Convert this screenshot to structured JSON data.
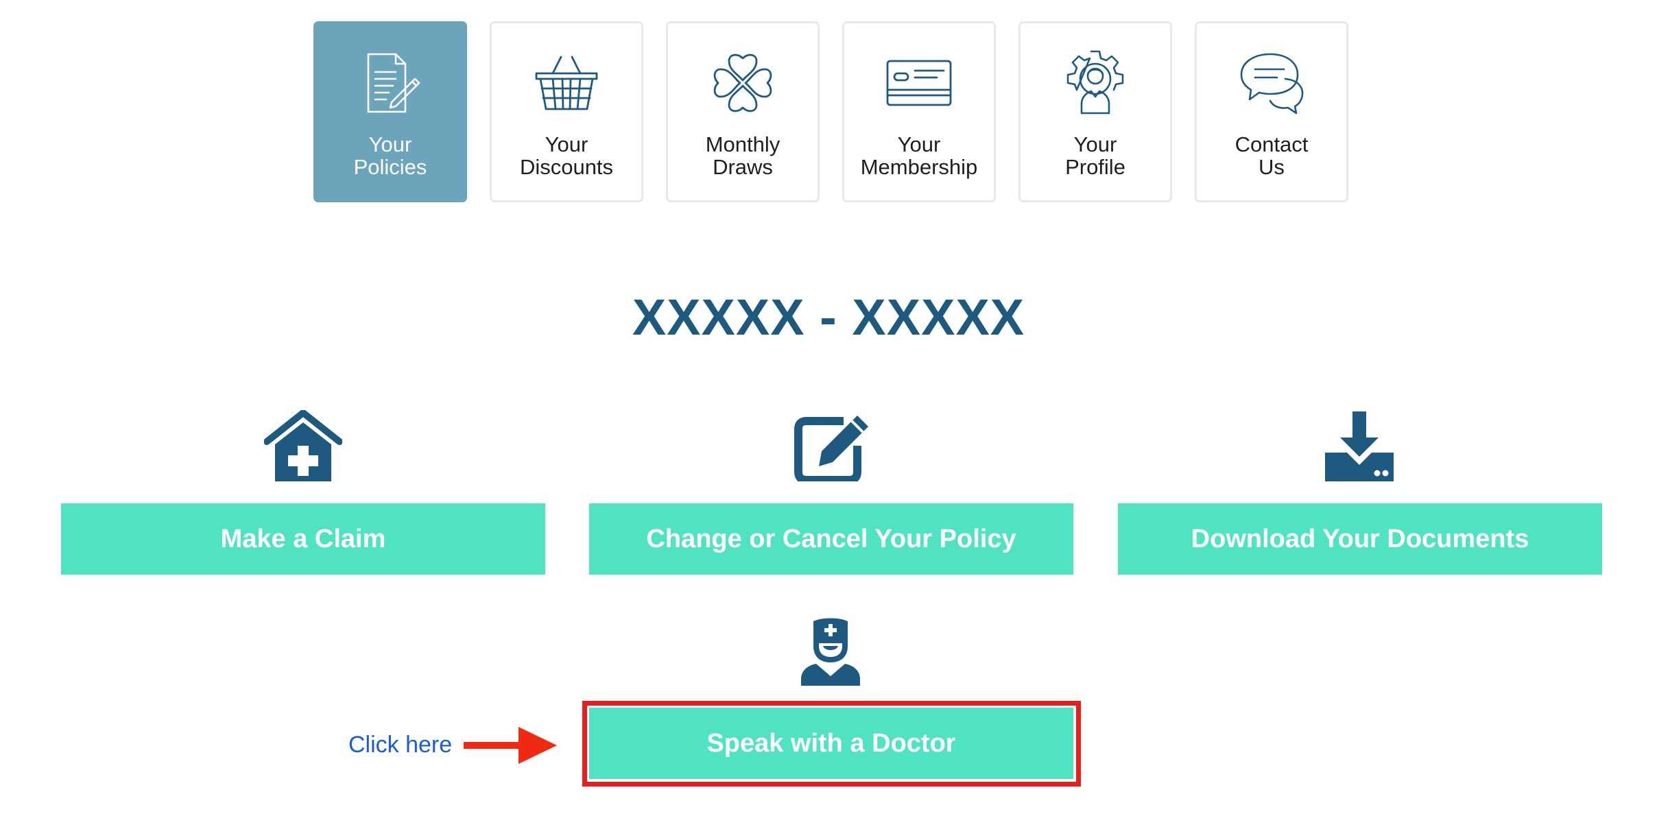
{
  "nav": {
    "tiles": [
      {
        "line1": "Your",
        "line2": "Policies",
        "icon": "document-pen-icon",
        "active": true
      },
      {
        "line1": "Your",
        "line2": "Discounts",
        "icon": "basket-icon",
        "active": false
      },
      {
        "line1": "Monthly",
        "line2": "Draws",
        "icon": "clover-icon",
        "active": false
      },
      {
        "line1": "Your",
        "line2": "Membership",
        "icon": "membership-card-icon",
        "active": false
      },
      {
        "line1": "Your",
        "line2": "Profile",
        "icon": "profile-gear-icon",
        "active": false
      },
      {
        "line1": "Contact",
        "line2": "Us",
        "icon": "chat-bubbles-icon",
        "active": false
      }
    ]
  },
  "main": {
    "title": "XXXXX - XXXXX",
    "actions": [
      {
        "label": "Make a Claim",
        "icon": "house-medical-icon"
      },
      {
        "label": "Change or Cancel Your Policy",
        "icon": "edit-icon"
      },
      {
        "label": "Download Your Documents",
        "icon": "download-icon"
      },
      {
        "label": "Speak with a Doctor",
        "icon": "doctor-icon"
      }
    ]
  },
  "annotation": {
    "text": "Click here"
  },
  "colors": {
    "accent": "#50e3c2",
    "brand": "#1e5a7f",
    "active_tile": "#6ca4bc",
    "highlight": "#e61e1e",
    "link": "#1a5cd8"
  }
}
